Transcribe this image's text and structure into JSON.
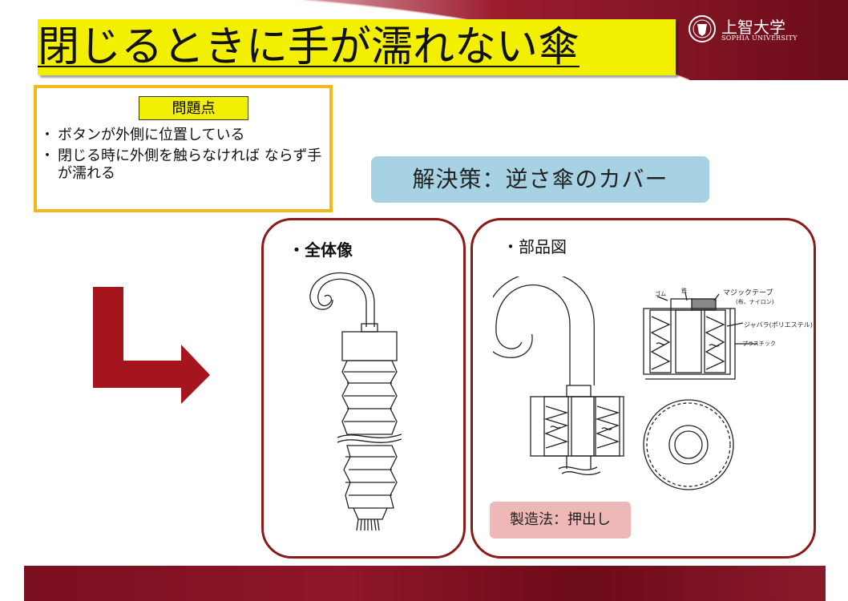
{
  "header": {
    "title": "閉じるときに手が濡れない傘",
    "logo_title": "上智大学",
    "logo_subtitle": "SOPHIA UNIVERSITY"
  },
  "problem": {
    "label": "問題点",
    "items": [
      "ボタンが外側に位置している",
      "閉じる時に外側を触らなければ ならず手が濡れる"
    ]
  },
  "solution": {
    "text": "解決策：逆さ傘のカバー"
  },
  "panel_overall": {
    "heading": "・全体像"
  },
  "panel_parts": {
    "heading": "・部品図",
    "annotations": {
      "rubber": "ゴム",
      "iron": "鉄",
      "velcro": "マジックテープ",
      "velcro_note": "(布、ナイロン)",
      "bellows": "ジャバラ(ポリエステル)",
      "plastic": "プラスチック"
    },
    "method": "製造法：押出し"
  },
  "colors": {
    "title_bg": "#f2f000",
    "problem_border": "#f5b81c",
    "solution_bg": "#a6d2e3",
    "panel_border": "#8b1a1a",
    "arrow": "#a5151d",
    "method_bg": "#eeb8b8",
    "band": "#8e1628"
  }
}
